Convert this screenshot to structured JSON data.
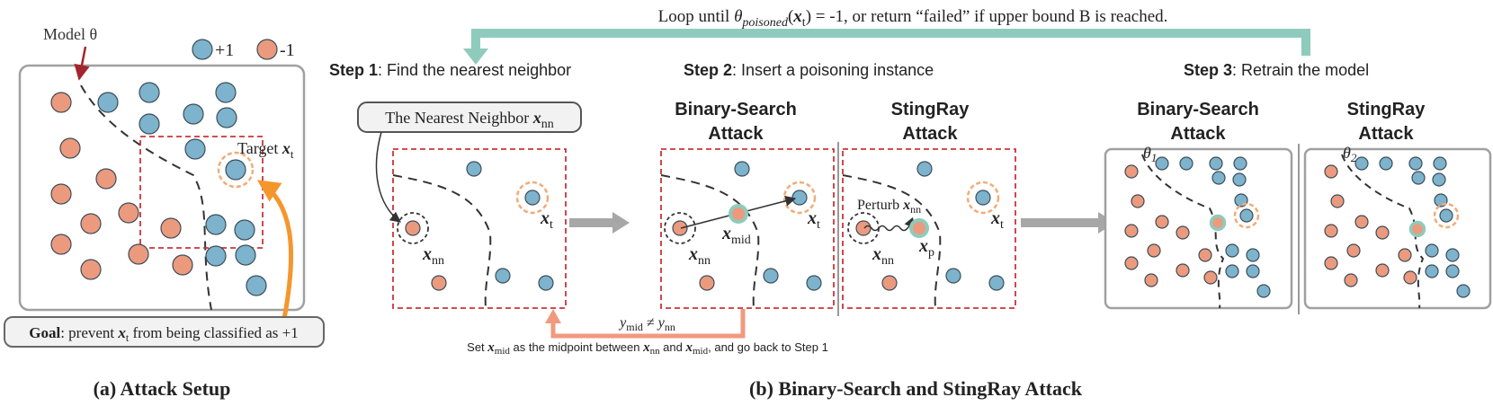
{
  "loop": {
    "prefix": "Loop until",
    "theta": "θ",
    "theta_sub": "poisoned",
    "open": "(",
    "x": "x",
    "x_sub": "t",
    "rest": ") = -1, or return “failed” if upper bound B is reached."
  },
  "panel_a": {
    "model_label": "Model θ",
    "legend_pos": "+1",
    "legend_neg": "-1",
    "target_label": "Target ",
    "target_x": "x",
    "target_sub": "t",
    "goal_bold": "Goal",
    "goal_text_1": ": prevent ",
    "goal_x": "x",
    "goal_sub": "t",
    "goal_text_2": " from being classified as +1",
    "caption": "(a) Attack Setup"
  },
  "steps": {
    "step1_bold": "Step 1",
    "step1_text": ": Find the nearest neighbor",
    "step2_bold": "Step 2",
    "step2_text": ": Insert a poisoning instance",
    "step3_bold": "Step 3",
    "step3_text": ": Retrain the model"
  },
  "step1": {
    "callout_text": "The Nearest Neighbor ",
    "callout_x": "x",
    "callout_sub": "nn",
    "x_nn": "x",
    "x_nn_sub": "nn",
    "x_t": "x",
    "x_t_sub": "t"
  },
  "step2": {
    "bs_line1": "Binary-Search",
    "bs_line2": "Attack",
    "sr_line1": "StingRay",
    "sr_line2": "Attack",
    "x_mid": "x",
    "x_mid_sub": "mid",
    "perturb_text": "Perturb ",
    "perturb_x": "x",
    "perturb_sub": "nn",
    "x_p": "x",
    "x_p_sub": "p",
    "x_nn": "x",
    "x_nn_sub": "nn",
    "x_t": "x",
    "x_t_sub": "t"
  },
  "step3": {
    "bs_line1": "Binary-Search",
    "bs_line2": "Attack",
    "sr_line1": "StingRay",
    "sr_line2": "Attack",
    "theta1": "θ",
    "theta1_sub": "1",
    "theta2": "θ",
    "theta2_sub": "2"
  },
  "feedback": {
    "cond_y1": "y",
    "cond_y1_sub": "mid",
    "cond_neq": " ≠ ",
    "cond_y2": "y",
    "cond_y2_sub": "nn",
    "set_1": "Set ",
    "set_x1": "x",
    "set_x1_sub": "mid",
    "set_2": " as the midpoint between ",
    "set_x2": "x",
    "set_x2_sub": "nn",
    "set_3": " and ",
    "set_x3": "x",
    "set_x3_sub": "mid",
    "set_4": ", and go back to Step 1"
  },
  "caption_b": "(b) Binary-Search and StingRay Attack",
  "colors": {
    "positive": "#7db3cc",
    "negative": "#ec9a7d",
    "teal": "#8ecbbd",
    "orange_arrow": "#f5962c",
    "dashed_red": "#c9343a",
    "target_ring": "#f3ab77",
    "feedback": "#f19a7e",
    "gray_arrow": "#a7a7a7"
  }
}
